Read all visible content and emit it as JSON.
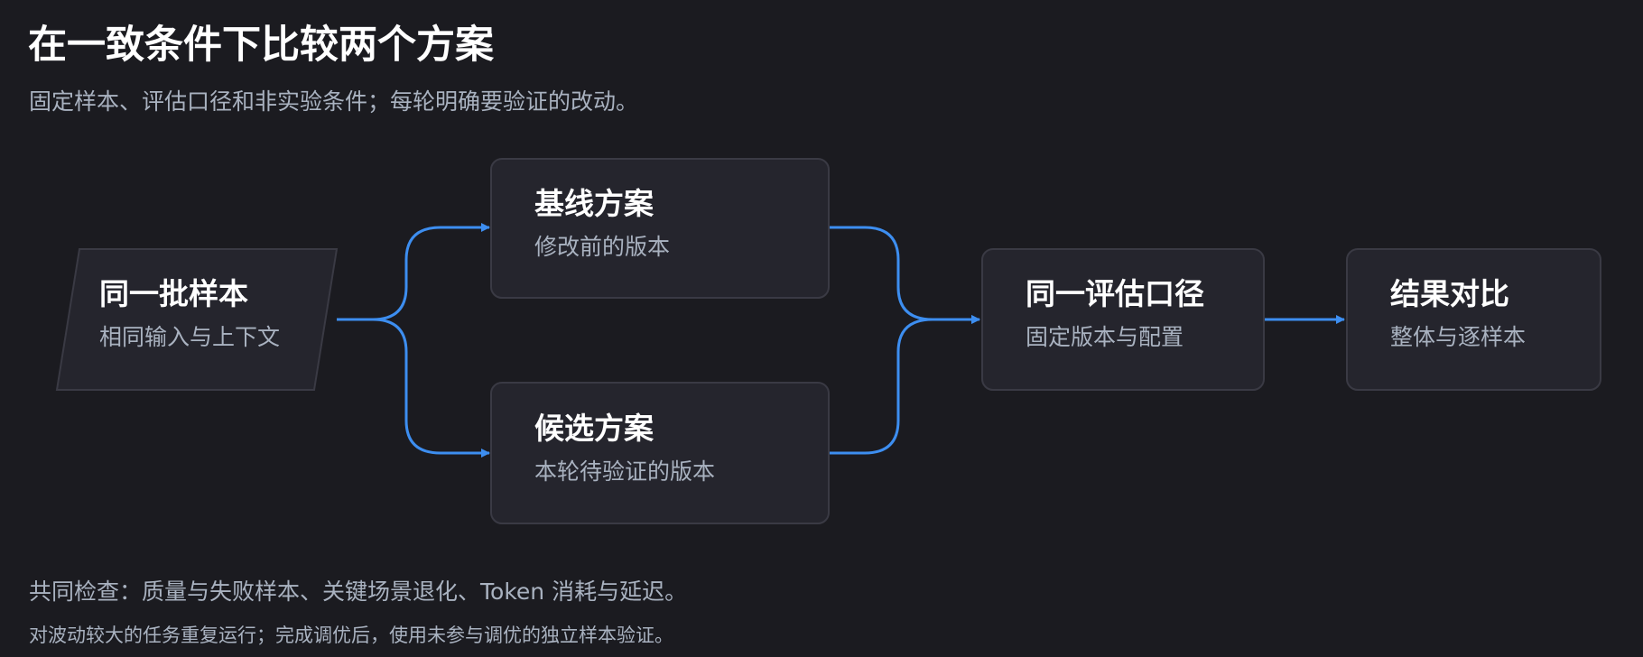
{
  "header": {
    "title": "在一致条件下比较两个方案",
    "subtitle": "固定样本、评估口径和非实验条件；每轮明确要验证的改动。"
  },
  "nodes": {
    "samples": {
      "label": "同一批样本",
      "sub": "相同输入与上下文"
    },
    "baseline": {
      "label": "基线方案",
      "sub": "修改前的版本"
    },
    "candidate": {
      "label": "候选方案",
      "sub": "本轮待验证的版本"
    },
    "evaluation": {
      "label": "同一评估口径",
      "sub": "固定版本与配置"
    },
    "comparison": {
      "label": "结果对比",
      "sub": "整体与逐样本"
    }
  },
  "footer": {
    "line1": "共同检查：质量与失败样本、关键场景退化、Token 消耗与延迟。",
    "line2": "对波动较大的任务重复运行；完成调优后，使用未参与调优的独立样本验证。"
  },
  "colors": {
    "background": "#1b1b20",
    "node_fill": "#25252d",
    "node_stroke": "#3a3a44",
    "arrow": "#3d8ef0",
    "muted_text": "#a9b2c0"
  }
}
